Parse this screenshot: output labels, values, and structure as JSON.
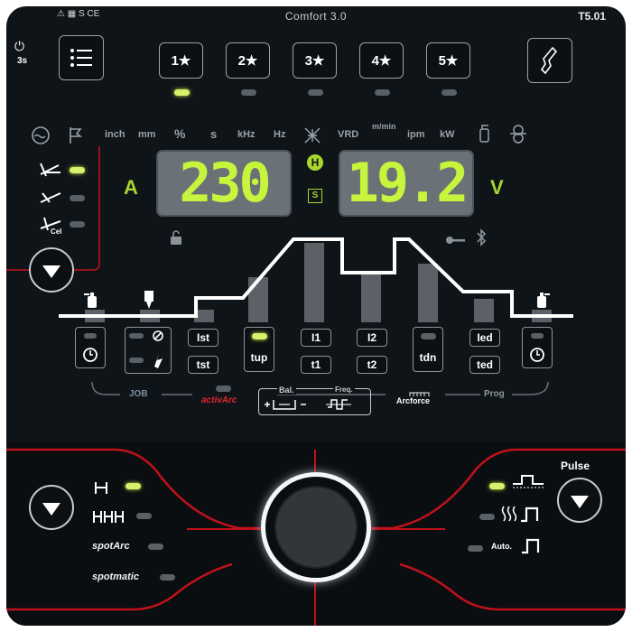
{
  "header": {
    "title": "Comfort 3.0",
    "version": "T5.01",
    "signs": "⚠ ▦ S CE"
  },
  "power": {
    "icon": "power-icon",
    "label": "3s"
  },
  "favorites": [
    "1★",
    "2★",
    "3★",
    "4★",
    "5★"
  ],
  "favorite_active_index": 0,
  "units": [
    "inch",
    "mm",
    "%",
    "s",
    "kHz",
    "Hz",
    "VRD",
    "m/min",
    "ipm",
    "kW"
  ],
  "display_left": {
    "value": "230",
    "unit": "A"
  },
  "display_right": {
    "value": "19.2",
    "unit": "V"
  },
  "indicators": {
    "hold": "H",
    "s": "S"
  },
  "process": {
    "cel_label": "Cel"
  },
  "params": {
    "ist": "Ist",
    "tst": "tst",
    "tup": "tup",
    "i1": "I1",
    "t1": "t1",
    "i2": "I2",
    "t2": "t2",
    "tdn": "tdn",
    "ied": "Ied",
    "ted": "ted"
  },
  "bottom_labels": {
    "job": "JOB",
    "activarc": "activArc",
    "bal": "Bal.",
    "freq": "Freq.",
    "arcforce": "Arcforce",
    "prog": "Prog"
  },
  "modes_left": [
    "2-stroke",
    "4-stroke",
    "spotArc",
    "spotmatic"
  ],
  "modes_right": {
    "pulse": "Pulse",
    "auto": "Auto."
  },
  "colors": {
    "accent_red": "#c0111b",
    "led_on": "#d8f06a",
    "display_digits": "#c7f43c"
  }
}
